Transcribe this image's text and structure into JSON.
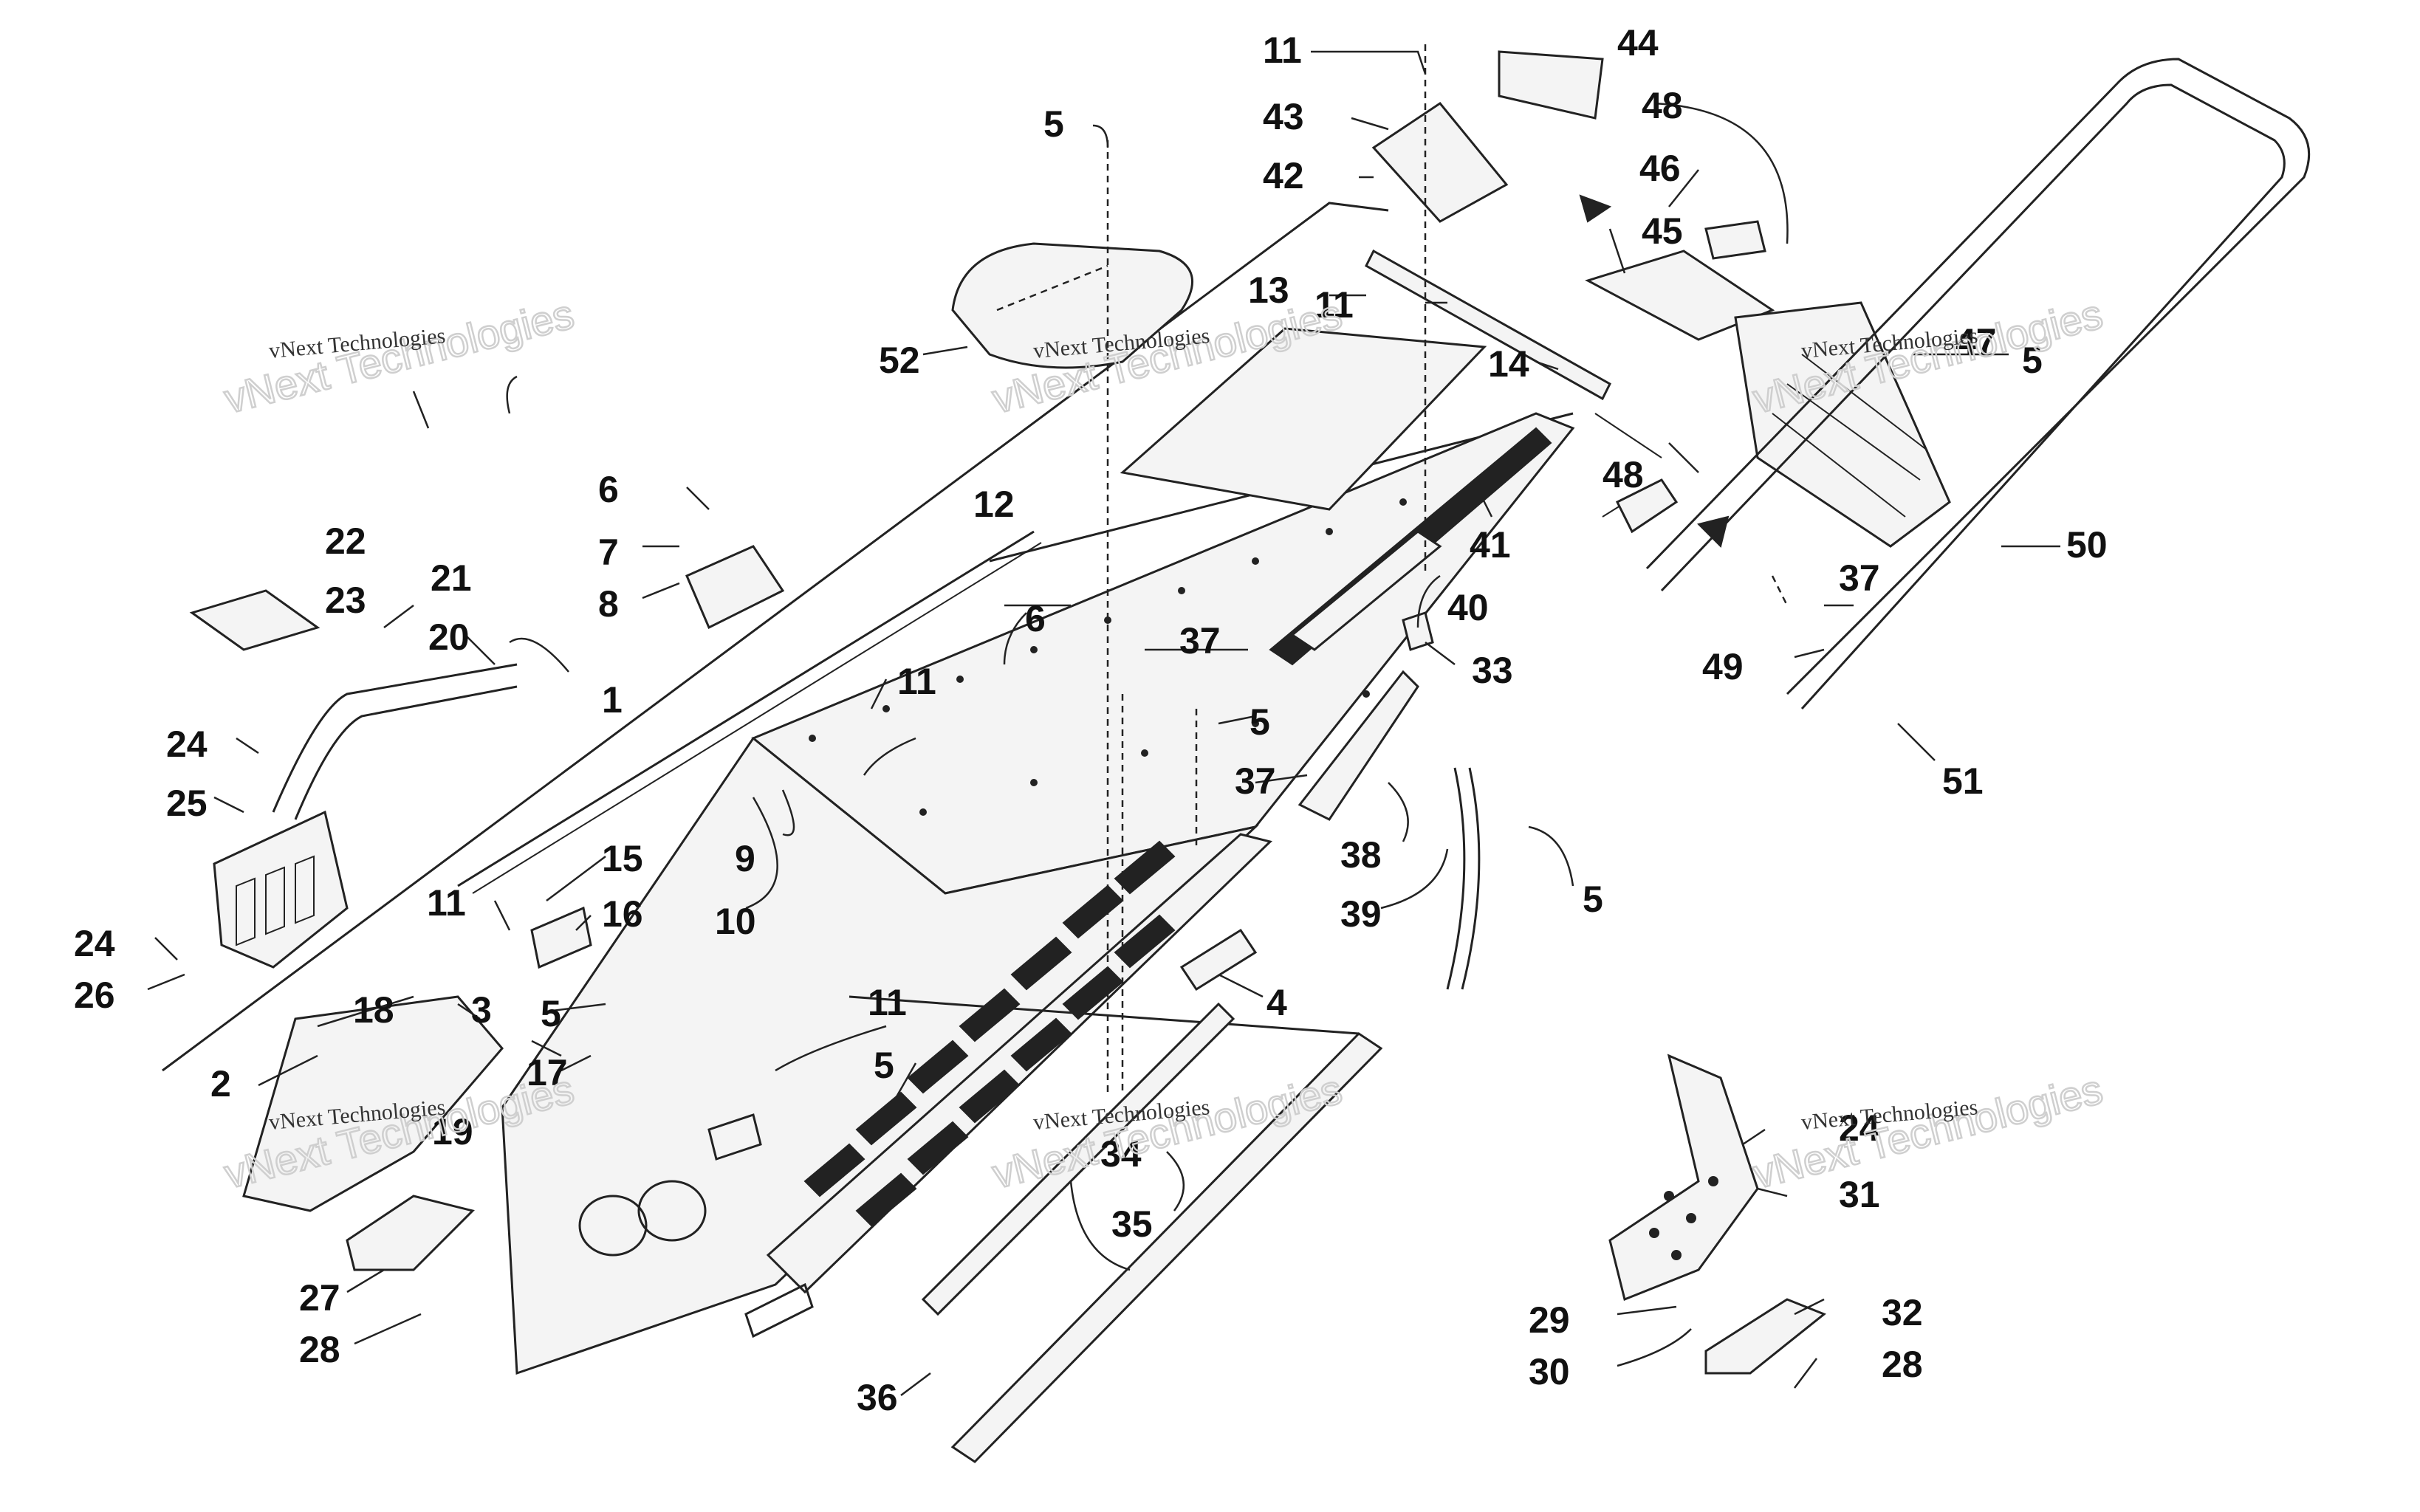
{
  "labels": [
    {
      "id": "1",
      "text": "1"
    },
    {
      "id": "2",
      "text": "2"
    },
    {
      "id": "3",
      "text": "3"
    },
    {
      "id": "4",
      "text": "4"
    },
    {
      "id": "5a",
      "text": "5"
    },
    {
      "id": "5b",
      "text": "5"
    },
    {
      "id": "5c",
      "text": "5"
    },
    {
      "id": "5d",
      "text": "5"
    },
    {
      "id": "5e",
      "text": "5"
    },
    {
      "id": "5f",
      "text": "5"
    },
    {
      "id": "6a",
      "text": "6"
    },
    {
      "id": "6b",
      "text": "6"
    },
    {
      "id": "7",
      "text": "7"
    },
    {
      "id": "8",
      "text": "8"
    },
    {
      "id": "9",
      "text": "9"
    },
    {
      "id": "10",
      "text": "10"
    },
    {
      "id": "11a",
      "text": "11"
    },
    {
      "id": "11b",
      "text": "11"
    },
    {
      "id": "11c",
      "text": "11"
    },
    {
      "id": "11d",
      "text": "11"
    },
    {
      "id": "11e",
      "text": "11"
    },
    {
      "id": "12",
      "text": "12"
    },
    {
      "id": "13",
      "text": "13"
    },
    {
      "id": "14",
      "text": "14"
    },
    {
      "id": "15",
      "text": "15"
    },
    {
      "id": "16",
      "text": "16"
    },
    {
      "id": "17",
      "text": "17"
    },
    {
      "id": "18",
      "text": "18"
    },
    {
      "id": "19",
      "text": "19"
    },
    {
      "id": "20",
      "text": "20"
    },
    {
      "id": "21",
      "text": "21"
    },
    {
      "id": "22",
      "text": "22"
    },
    {
      "id": "23",
      "text": "23"
    },
    {
      "id": "24a",
      "text": "24"
    },
    {
      "id": "24b",
      "text": "24"
    },
    {
      "id": "24c",
      "text": "24"
    },
    {
      "id": "25",
      "text": "25"
    },
    {
      "id": "26",
      "text": "26"
    },
    {
      "id": "27",
      "text": "27"
    },
    {
      "id": "28a",
      "text": "28"
    },
    {
      "id": "28b",
      "text": "28"
    },
    {
      "id": "29",
      "text": "29"
    },
    {
      "id": "30",
      "text": "30"
    },
    {
      "id": "31",
      "text": "31"
    },
    {
      "id": "32",
      "text": "32"
    },
    {
      "id": "33",
      "text": "33"
    },
    {
      "id": "34",
      "text": "34"
    },
    {
      "id": "35",
      "text": "35"
    },
    {
      "id": "36",
      "text": "36"
    },
    {
      "id": "37a",
      "text": "37"
    },
    {
      "id": "37b",
      "text": "37"
    },
    {
      "id": "37c",
      "text": "37"
    },
    {
      "id": "38",
      "text": "38"
    },
    {
      "id": "39",
      "text": "39"
    },
    {
      "id": "40",
      "text": "40"
    },
    {
      "id": "41",
      "text": "41"
    },
    {
      "id": "42",
      "text": "42"
    },
    {
      "id": "43",
      "text": "43"
    },
    {
      "id": "44",
      "text": "44"
    },
    {
      "id": "45",
      "text": "45"
    },
    {
      "id": "46",
      "text": "46"
    },
    {
      "id": "47",
      "text": "47"
    },
    {
      "id": "48a",
      "text": "48"
    },
    {
      "id": "48b",
      "text": "48"
    },
    {
      "id": "49",
      "text": "49"
    },
    {
      "id": "50",
      "text": "50"
    },
    {
      "id": "51",
      "text": "51"
    },
    {
      "id": "52",
      "text": "52"
    }
  ],
  "watermark": {
    "small": "vNext Technologies",
    "big": "vNext Technologies"
  }
}
